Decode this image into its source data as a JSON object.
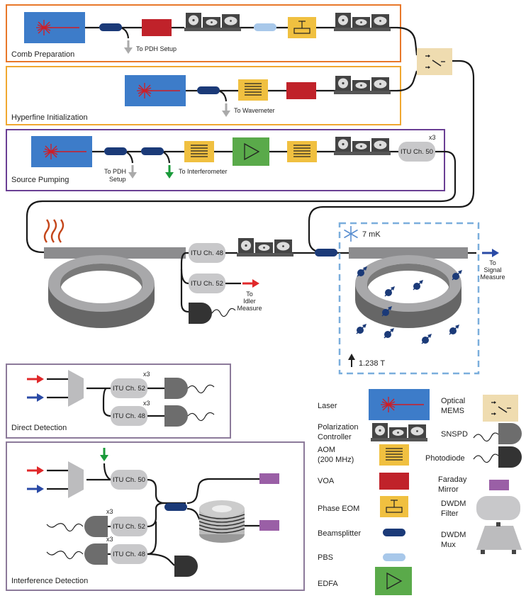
{
  "sections": {
    "comb": "Comb Preparation",
    "hyperfine": "Hyperfine Initialization",
    "source": "Source Pumping",
    "direct": "Direct Detection",
    "interference": "Interference Detection"
  },
  "notes": {
    "to_pdh_1": "To PDH Setup",
    "to_wavemeter": "To Wavemeter",
    "to_pdh_2a": "To PDH",
    "to_pdh_2b": "Setup",
    "to_interferometer": "To Interferometer",
    "to_idler_1": "To",
    "to_idler_2": "Idler",
    "to_idler_3": "Measure",
    "to_signal_1": "To",
    "to_signal_2": "Signal",
    "to_signal_3": "Measure",
    "temperature": "7 mK",
    "field": "1.238 T",
    "x3": "x3"
  },
  "itu": {
    "ch50": "ITU Ch. 50",
    "ch48": "ITU Ch. 48",
    "ch52": "ITU Ch. 52"
  },
  "legend": {
    "laser": "Laser",
    "polarization_1": "Polarization",
    "polarization_2": "Controller",
    "aom_1": "AOM",
    "aom_2": "(200 MHz)",
    "voa": "VOA",
    "phase_eom": "Phase EOM",
    "beamsplitter": "Beamsplitter",
    "pbs": "PBS",
    "edfa": "EDFA",
    "mems_1": "Optical",
    "mems_2": "MEMS",
    "snspd": "SNSPD",
    "photodiode": "Photodiode",
    "faraday_1": "Faraday",
    "faraday_2": "Mirror",
    "dwdm_filter_1": "DWDM",
    "dwdm_filter_2": "Filter",
    "dwdm_mux_1": "DWDM",
    "dwdm_mux_2": "Mux"
  },
  "colors": {
    "laser": "#3d7cc9",
    "aom": "#f0c040",
    "voa": "#c0222a",
    "edfa": "#5aaa4a",
    "mems": "#efdcb0",
    "beamsplitter": "#1b3a78",
    "pbs": "#a8c8ea",
    "faraday": "#9a5fa6",
    "filter": "#c8c8ca",
    "comb_box": "#e8782a",
    "hyperfine_box": "#f0a830",
    "source_box": "#6a3f94",
    "detect_box": "#8c7a9a",
    "cryo": "#7aaedc"
  }
}
